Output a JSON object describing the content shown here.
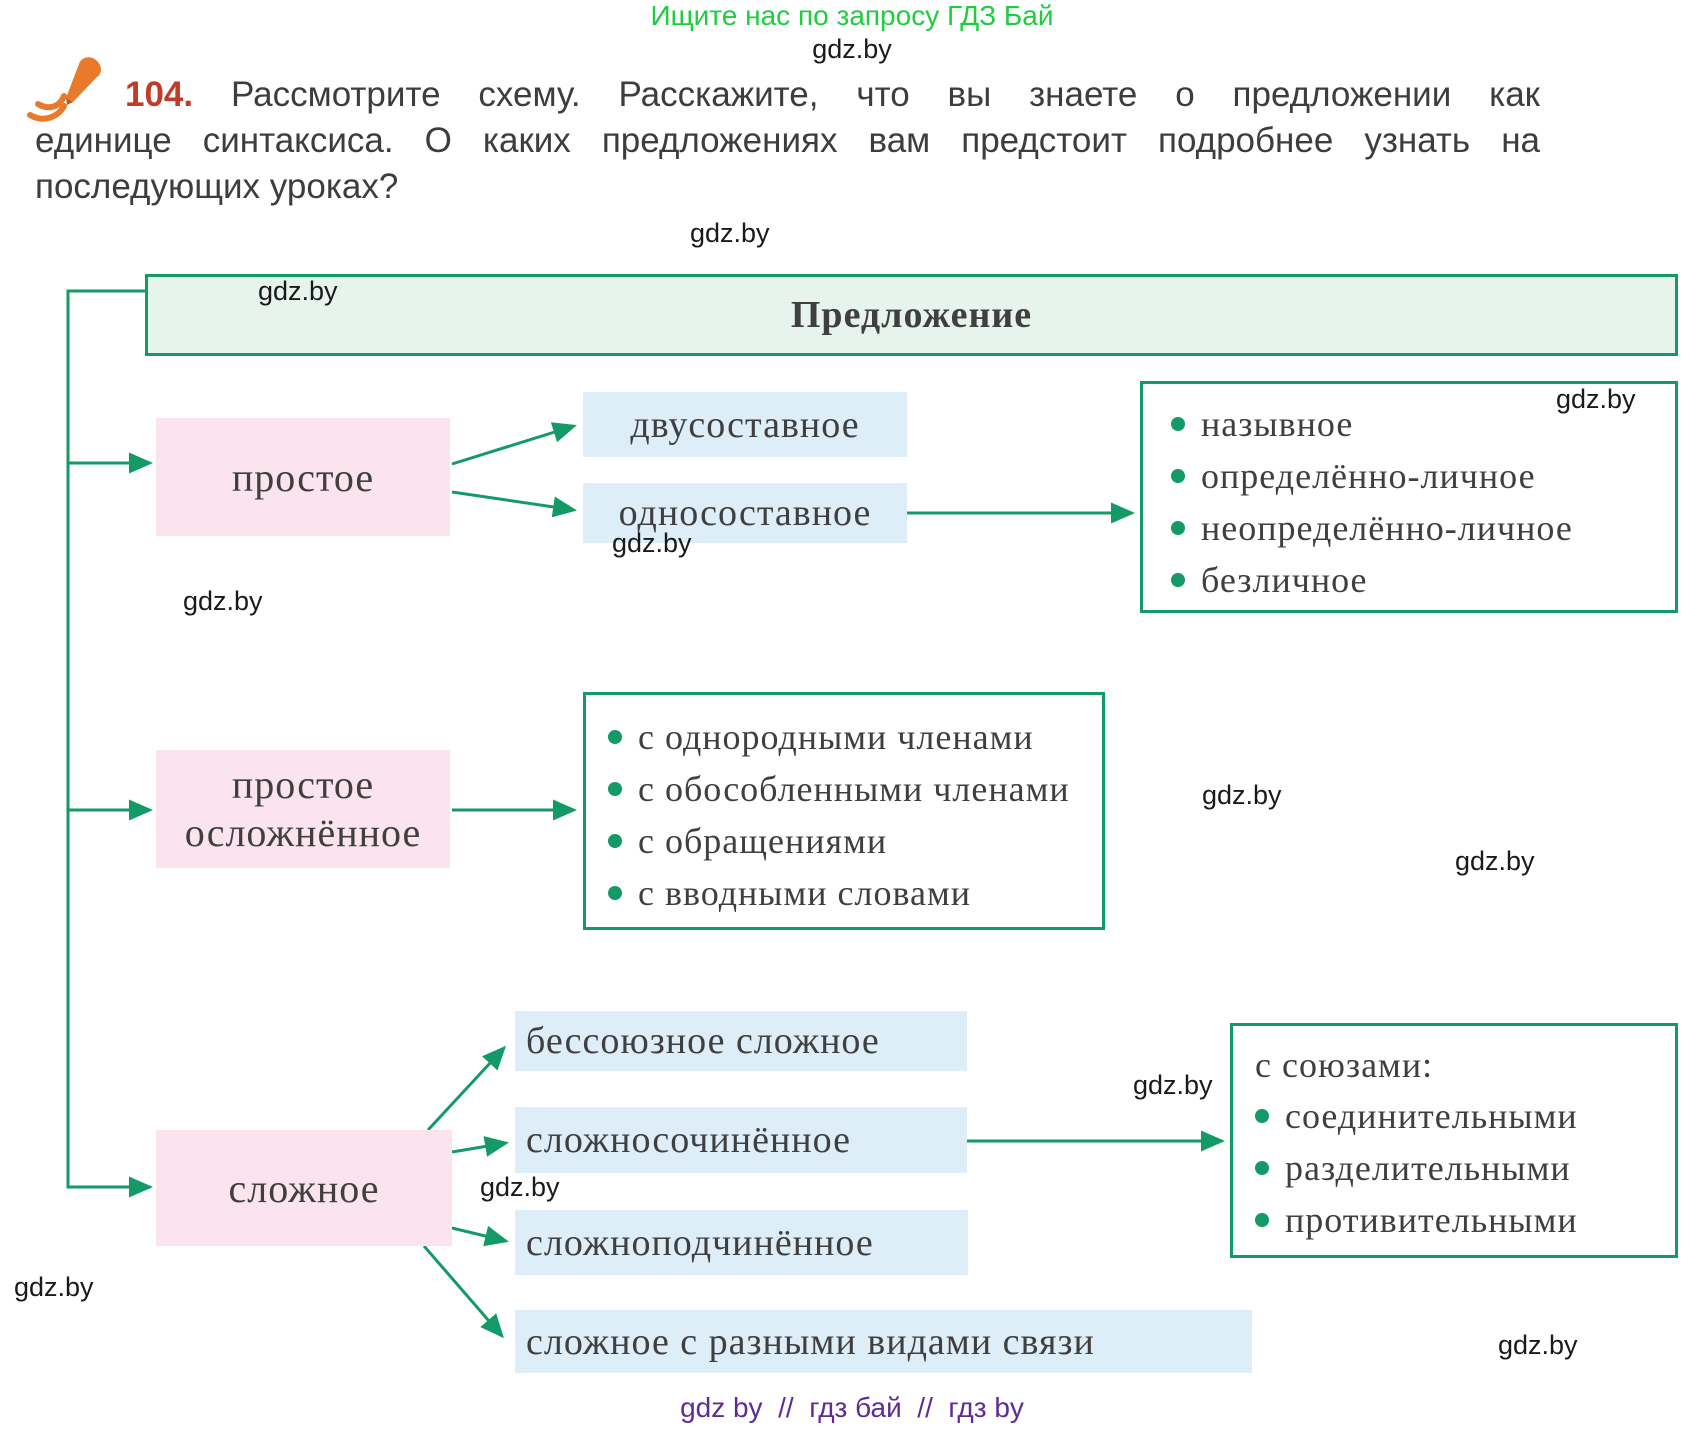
{
  "promo": {
    "top_banner": "Ищите нас по запросу ГДЗ Бай",
    "watermark": "gdz.by",
    "footer": "gdz by  //  гдз бай  //  гдз by"
  },
  "exercise": {
    "number": "104.",
    "lines": [
      "Рассмотрите схему. Расскажите, что вы знаете о предложении как",
      "единице синтаксиса. О каких предложениях вам предстоит подробнее узнать на",
      "последующих уроках?"
    ]
  },
  "diagram": {
    "root": "Предложение",
    "simple": "простое",
    "two_part": "двусоставное",
    "one_part": "односоставное",
    "one_part_types": [
      "назывное",
      "определённо-личное",
      "неопределённо-личное",
      "безличное"
    ],
    "simple_complicated": "простое осложнённое",
    "complicated_types": [
      "с однородными членами",
      "с обособленными членами",
      "с обращениями",
      "с вводными словами"
    ],
    "complex": "сложное",
    "complex_types": {
      "asyndetic": "бессоюзное сложное",
      "compound": "сложносочинённое",
      "subordinate": "сложноподчинённое",
      "mixed": "сложное с разными видами связи"
    },
    "conjunction_header": "с союзами:",
    "conjunction_types": [
      "соединительными",
      "разделительными",
      "противительными"
    ]
  },
  "colors": {
    "connector_green": "#149a66",
    "root_fill": "#e7f3ed",
    "pink_fill": "#fbe4ee",
    "blue_fill": "#ddeef9",
    "banner_green": "#20cd41",
    "footer_purple": "#5e2c94",
    "number_red": "#c13b2a",
    "pen_orange": "#e87a2a"
  }
}
